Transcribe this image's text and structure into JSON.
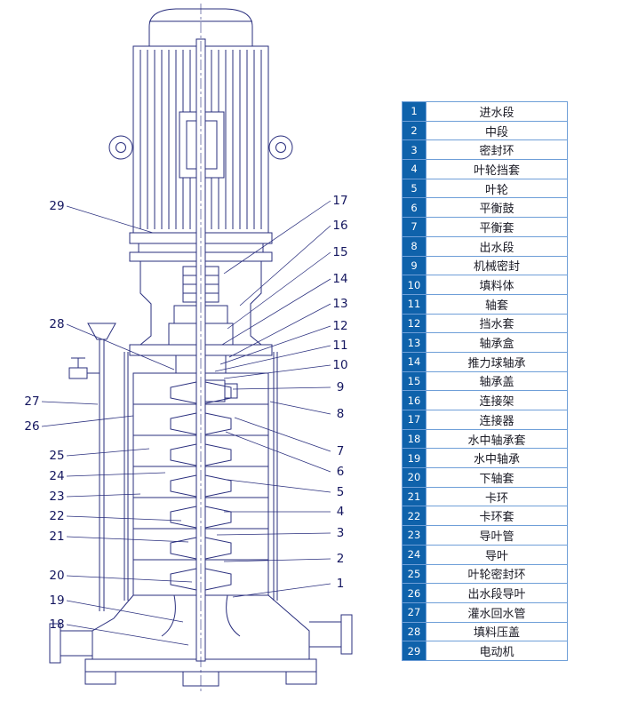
{
  "colors": {
    "table_number_bg": "#0f62ab",
    "table_border": "#6f9fd8",
    "table_number_text": "#ffffff",
    "table_label_text": "#1a1a24",
    "diagram_stroke": "#2a2f7e",
    "callout_text": "#14165f"
  },
  "parts": [
    {
      "num": "1",
      "label": "进水段"
    },
    {
      "num": "2",
      "label": "中段"
    },
    {
      "num": "3",
      "label": "密封环"
    },
    {
      "num": "4",
      "label": "叶轮挡套"
    },
    {
      "num": "5",
      "label": "叶轮"
    },
    {
      "num": "6",
      "label": "平衡鼓"
    },
    {
      "num": "7",
      "label": "平衡套"
    },
    {
      "num": "8",
      "label": "出水段"
    },
    {
      "num": "9",
      "label": "机械密封"
    },
    {
      "num": "10",
      "label": "填料体"
    },
    {
      "num": "11",
      "label": "轴套"
    },
    {
      "num": "12",
      "label": "挡水套"
    },
    {
      "num": "13",
      "label": "轴承盒"
    },
    {
      "num": "14",
      "label": "推力球轴承"
    },
    {
      "num": "15",
      "label": "轴承盖"
    },
    {
      "num": "16",
      "label": "连接架"
    },
    {
      "num": "17",
      "label": "连接器"
    },
    {
      "num": "18",
      "label": "水中轴承套"
    },
    {
      "num": "19",
      "label": "水中轴承"
    },
    {
      "num": "20",
      "label": "下轴套"
    },
    {
      "num": "21",
      "label": "卡环"
    },
    {
      "num": "22",
      "label": "卡环套"
    },
    {
      "num": "23",
      "label": "导叶管"
    },
    {
      "num": "24",
      "label": "导叶"
    },
    {
      "num": "25",
      "label": "叶轮密封环"
    },
    {
      "num": "26",
      "label": "出水段导叶"
    },
    {
      "num": "27",
      "label": "灌水回水管"
    },
    {
      "num": "28",
      "label": "填料压盖"
    },
    {
      "num": "29",
      "label": "电动机"
    }
  ],
  "callouts": {
    "left": [
      "29",
      "28",
      "27",
      "26",
      "25",
      "24",
      "23",
      "22",
      "21",
      "20",
      "19",
      "18"
    ],
    "right": [
      "17",
      "16",
      "15",
      "14",
      "13",
      "12",
      "11",
      "10",
      "9",
      "8",
      "7",
      "6",
      "5",
      "4",
      "3",
      "2",
      "1"
    ]
  }
}
